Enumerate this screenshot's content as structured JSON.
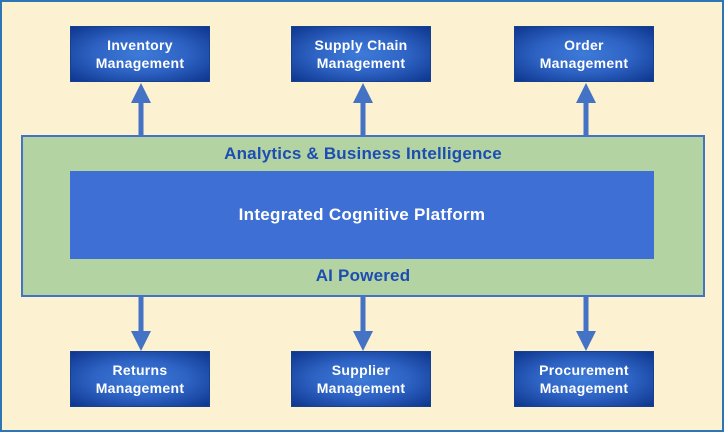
{
  "diagram": {
    "platform": {
      "top_label": "Analytics & Business Intelligence",
      "core_label": "Integrated Cognitive Platform",
      "bottom_label": "AI Powered"
    },
    "top_modules": [
      {
        "label": "Inventory\nManagement"
      },
      {
        "label": "Supply Chain\nManagement"
      },
      {
        "label": "Order\nManagement"
      }
    ],
    "bottom_modules": [
      {
        "label": "Returns\nManagement"
      },
      {
        "label": "Supplier\nManagement"
      },
      {
        "label": "Procurement\nManagement"
      }
    ],
    "colors": {
      "background": "#FCF1D1",
      "outer_border": "#2E75B6",
      "panel_green": "#B3D3A2",
      "panel_border": "#4472C4",
      "core_blue": "#3D6FD4",
      "module_gradient_center": "#3E7BD9",
      "module_gradient_edge": "#0E3590",
      "module_text": "#FFFFFF",
      "title_text": "#1C4DB3",
      "arrow": "#4472C4"
    }
  }
}
